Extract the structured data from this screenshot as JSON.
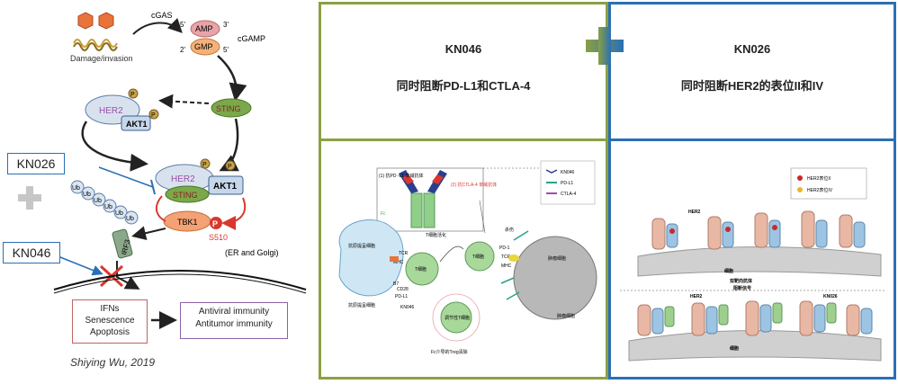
{
  "pathway": {
    "cgas": "cGAS",
    "amp": "AMP",
    "gmp": "GMP",
    "cgamp": "cGAMP",
    "prime5_top": "5'",
    "prime3_top": "3'",
    "prime2_bot": "2'",
    "prime5_bot": "5'",
    "damage": "Damage/invasion",
    "her2_top": "HER2",
    "akt1_top": "AKT1",
    "sting_top": "STING",
    "her2_mid": "HER2",
    "akt1_mid": "AKT1",
    "sting_mid": "STING",
    "tbk1": "TBK1",
    "s510": "S510",
    "p": "P",
    "ub": "Ub",
    "irf3": "IRF3",
    "er_golgi": "(ER and Golgi)",
    "effects_box": [
      "IFNs",
      "Senescence",
      "Apoptosis"
    ],
    "immunity_box": [
      "Antiviral immunity",
      "Antitumor immunity"
    ],
    "citation": "Shiying Wu, 2019",
    "kn026_label": "KN026",
    "kn046_label": "KN046"
  },
  "panels": {
    "kn046": {
      "title": "KN046",
      "subtitle": "同时阻断PD-L1和CTLA-4"
    },
    "kn026": {
      "title": "KN026",
      "subtitle": "同时阻断HER2的表位II和IV"
    }
  },
  "kn046_diagram": {
    "box_left_text": "(1) 抗PD -L1 单域抗体",
    "box_right_text": "(2) 抗CTLA-4 单域抗体",
    "fc_label": "Fc",
    "legend": [
      "KN046",
      "PD-L1",
      "CTLA-4"
    ],
    "apc_label": "抗原提呈细胞",
    "apc_bottom": "抗原提呈细胞",
    "tcell_label": "T细胞",
    "treg_label": "调节性T细胞",
    "tumor_label": "肿瘤细胞",
    "tumor_bottom": "肿瘤细胞",
    "tcr": "TCR",
    "mhc": "MHC",
    "b7": "B7",
    "cd28": "CD28",
    "pd1": "PD-1",
    "pdl1": "PD-L1",
    "kn046": "KN046",
    "activation": "T细胞活化",
    "fc_treg": "Fc介导的Treg清除",
    "kill": "杀伤"
  },
  "kn026_diagram": {
    "legend": [
      "HER2表位II",
      "HER2表位IV"
    ],
    "her2_top": "HER2",
    "cell_top": "细胞",
    "middle_text": [
      "双靶向抗体",
      "阻断信号"
    ],
    "her2_bottom": "HER2",
    "kn026": "KN026",
    "cell_bottom": "细胞"
  },
  "colors": {
    "green_border": "#8aa043",
    "blue_border": "#2a6fb5",
    "her2_purple": "#9b4fa8",
    "sting_green": "#7aa84a",
    "tbk1_orange": "#f4a275",
    "red": "#d9382e"
  }
}
